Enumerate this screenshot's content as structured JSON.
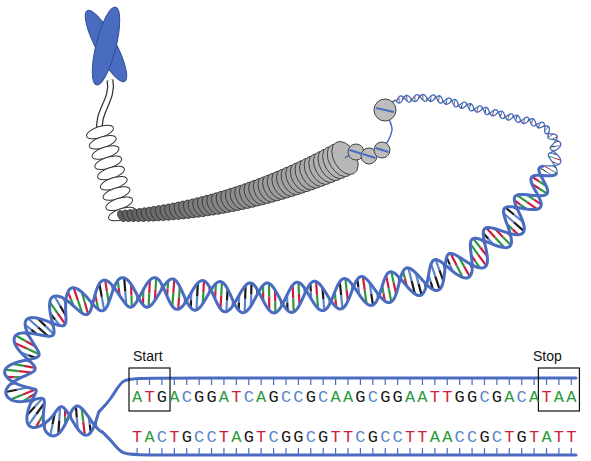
{
  "diagram": {
    "labels": [
      "Start",
      "Stop",
      "ATGACGGATCAGCCGCAAGCGGAATTGGCGACATAA",
      "TACTGCCTAGTCGGCGTTCGCCTTAACCGCTGTATT"
    ]
  }
}
